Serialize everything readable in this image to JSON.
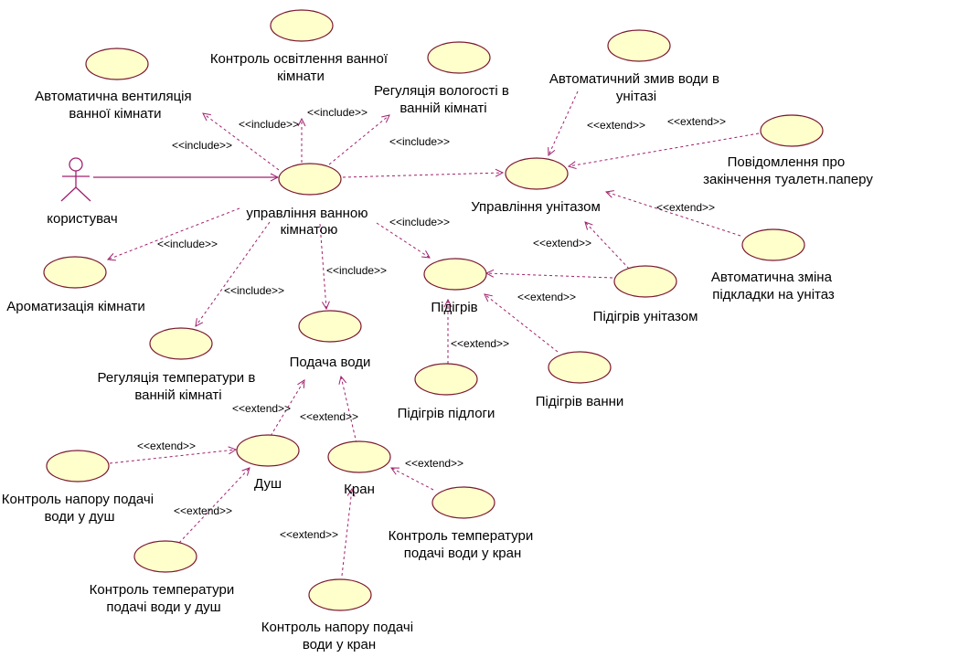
{
  "actor": {
    "name": "користувач"
  },
  "use_cases": {
    "bathroom": {
      "lines": [
        "управління ванною",
        "кімнатою"
      ]
    },
    "ventilation": {
      "lines": [
        "Автоматична вентиляція",
        "ванної кімнати"
      ]
    },
    "lighting": {
      "lines": [
        "Контроль освітлення ванної",
        "кімнати"
      ]
    },
    "humidity": {
      "lines": [
        "Регуляція вологості в",
        "ванній кімнаті"
      ]
    },
    "flush": {
      "lines": [
        "Автоматичний змив води в",
        "унітазі"
      ]
    },
    "paper": {
      "lines": [
        "Повідомлення про",
        "закінчення туалетн.паперу"
      ]
    },
    "toilet": {
      "lines": [
        "Управління унітазом"
      ]
    },
    "pad": {
      "lines": [
        "Автоматична зміна",
        "підкладки на унітаз"
      ]
    },
    "aroma": {
      "lines": [
        "Ароматизація кімнати"
      ]
    },
    "temp": {
      "lines": [
        "Регуляція температури в",
        "ванній кімнаті"
      ]
    },
    "water": {
      "lines": [
        "Подача води"
      ]
    },
    "heating": {
      "lines": [
        "Підігрів"
      ]
    },
    "toilet_heat": {
      "lines": [
        "Підігрів унітазом"
      ]
    },
    "floor_heat": {
      "lines": [
        "Підігрів підлоги"
      ]
    },
    "bath_heat": {
      "lines": [
        "Підігрів ванни"
      ]
    },
    "shower": {
      "lines": [
        "Душ"
      ]
    },
    "tap": {
      "lines": [
        "Кран"
      ]
    },
    "shower_press": {
      "lines": [
        "Контроль напору подачі",
        "води у душ"
      ]
    },
    "shower_temp": {
      "lines": [
        "Контроль температури",
        "подачі води у душ"
      ]
    },
    "tap_temp": {
      "lines": [
        "Контроль температури",
        "подачі води у кран"
      ]
    },
    "tap_press": {
      "lines": [
        "Контроль напору подачі",
        "води у кран"
      ]
    }
  },
  "stereotypes": {
    "include": "<<include>>",
    "extend": "<<extend>>"
  }
}
